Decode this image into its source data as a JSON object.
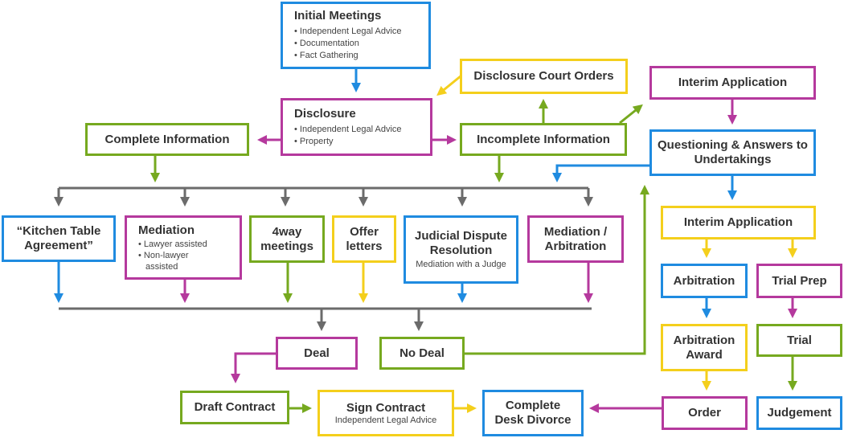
{
  "colors": {
    "blue": "#1f8be0",
    "green": "#76a91f",
    "purple": "#b5399d",
    "yellow": "#f4cf1c",
    "gray": "#6b6b6b"
  },
  "nodes": {
    "initial_meetings": {
      "title": "Initial Meetings",
      "items": [
        "Independent Legal Advice",
        "Documentation",
        "Fact Gathering"
      ]
    },
    "disclosure_court_orders": {
      "title": "Disclosure Court Orders"
    },
    "interim_application_top": {
      "title": "Interim Application"
    },
    "disclosure": {
      "title": "Disclosure",
      "items": [
        "Independent Legal Advice",
        "Property"
      ]
    },
    "complete_information": {
      "title": "Complete Information"
    },
    "incomplete_information": {
      "title": "Incomplete Information"
    },
    "questioning": {
      "title": "Questioning & Answers to Undertakings"
    },
    "kitchen_table": {
      "title": "“Kitchen Table Agreement”"
    },
    "mediation": {
      "title": "Mediation",
      "items": [
        "Lawyer assisted",
        "Non-lawyer",
        "assisted"
      ]
    },
    "four_way": {
      "title": "4way meetings"
    },
    "offer_letters": {
      "title": "Offer letters"
    },
    "judicial_dispute": {
      "title": "Judicial Dispute Resolution",
      "subtitle": "Mediation with a Judge"
    },
    "mediation_arbitration": {
      "title": "Mediation / Arbitration"
    },
    "interim_application_mid": {
      "title": "Interim Application"
    },
    "arbitration": {
      "title": "Arbitration"
    },
    "trial_prep": {
      "title": "Trial Prep"
    },
    "arbitration_award": {
      "title": "Arbitration Award"
    },
    "trial": {
      "title": "Trial"
    },
    "deal": {
      "title": "Deal"
    },
    "no_deal": {
      "title": "No Deal"
    },
    "draft_contract": {
      "title": "Draft Contract"
    },
    "sign_contract": {
      "title": "Sign Contract",
      "subtitle": "Independent Legal Advice"
    },
    "complete_desk_divorce": {
      "title": "Complete Desk Divorce"
    },
    "order": {
      "title": "Order"
    },
    "judgement": {
      "title": "Judgement"
    }
  }
}
